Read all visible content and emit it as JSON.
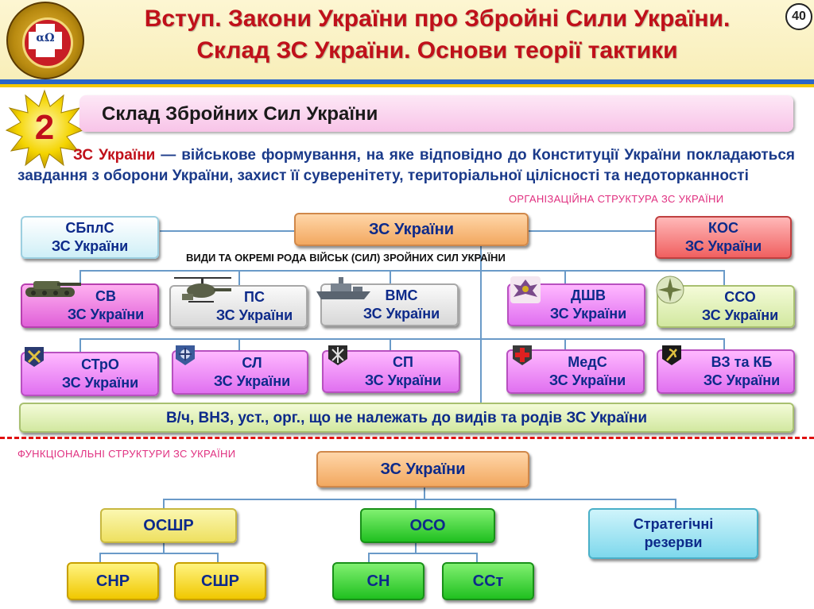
{
  "header": {
    "title_line1": "Вступ.  Закони України про  Збройні Сили України.",
    "title_line2": "Склад   ЗС України. Основи теорії тактики",
    "page_number": "40",
    "logo_letters": "αΩ"
  },
  "section": {
    "number": "2",
    "title": "Склад Збройних Сил України"
  },
  "description": {
    "highlight": "ЗС України",
    "text": " — військове формування, на яке відповідно до Конституції України покладаються завдання з оборони України, захист її суверенітету, територіальної цілісності та недоторканності"
  },
  "captions": {
    "org_structure": "ОРГАНІЗАЦІЙНА СТРУКТУРА ЗС УКРАЇНИ",
    "functional_structures": "ФУНКЦІОНАЛЬНІ СТРУКТУРИ ЗС УКРАЇНИ",
    "branches_subtitle": "ВИДИ  ТА ОКРЕМІ РОДА ВІЙСЬК      (СИЛ) ЗРОЙНИХ СИЛ УКРАЇНИ"
  },
  "org": {
    "root": "ЗС України",
    "sbpls": {
      "line1": "СБплС",
      "line2": "ЗС України"
    },
    "kos": {
      "line1": "КОС",
      "line2": "ЗС України"
    },
    "row1": [
      {
        "line1": "СВ",
        "line2": "ЗС України"
      },
      {
        "line1": "ПС",
        "line2": "ЗС України"
      },
      {
        "line1": "ВМС",
        "line2": "ЗС України"
      },
      {
        "line1": "ДШВ",
        "line2": "ЗС України"
      },
      {
        "line1": "ССО",
        "line2": "ЗС України"
      }
    ],
    "row2": [
      {
        "line1": "СТрО",
        "line2": "ЗС України"
      },
      {
        "line1": "СЛ",
        "line2": "ЗС України"
      },
      {
        "line1": "СП",
        "line2": "ЗС України"
      },
      {
        "line1": "МедС",
        "line2": "ЗС України"
      },
      {
        "line1": "ВЗ та КБ",
        "line2": "ЗС України"
      }
    ],
    "bottom_bar": "В/ч, ВНЗ, уст., орг., що не належать до видів та родів ЗС України"
  },
  "functional": {
    "root": "ЗС України",
    "children": [
      "ОСШР",
      "ОСО"
    ],
    "reserves": {
      "line1": "Стратегічні",
      "line2": "резерви"
    },
    "leaves": [
      "СНР",
      "СШР",
      "СН",
      "ССт"
    ]
  },
  "colors": {
    "title_red": "#c0101a",
    "text_blue": "#1a3a8a",
    "caption_pink": "#e03080",
    "dashed_divider": "#e01010"
  }
}
